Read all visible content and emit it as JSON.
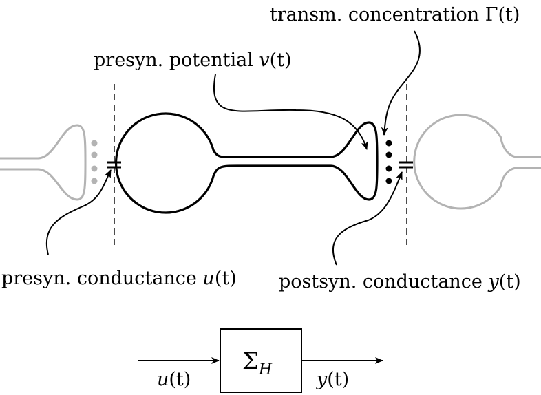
{
  "labels": {
    "transmitter": {
      "text": "transm. concentration ",
      "symbol": "Γ",
      "arg": "(t)"
    },
    "presyn_potential": {
      "text": "presyn. potential ",
      "symbol": "v",
      "arg": "(t)"
    },
    "presyn_conductance": {
      "text": "presyn. conductance ",
      "symbol": "u",
      "arg": "(t)"
    },
    "postsyn_conductance": {
      "text": "postsyn. conductance ",
      "symbol": "y",
      "arg": "(t)"
    }
  },
  "block": {
    "input_symbol": "u",
    "input_arg": "(t)",
    "system_symbol": "Σ",
    "system_sub": "H",
    "output_symbol": "y",
    "output_arg": "(t)"
  },
  "colors": {
    "neuron_main": "#000000",
    "neuron_neighbor": "#b3b3b3"
  }
}
